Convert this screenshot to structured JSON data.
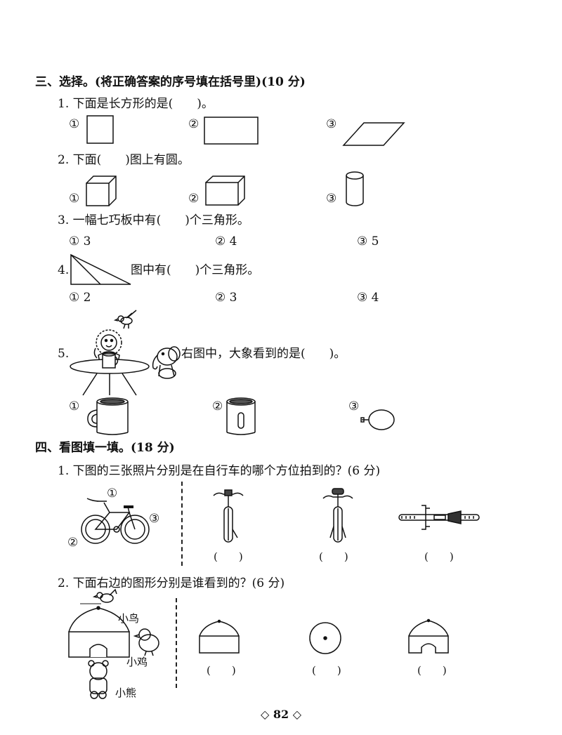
{
  "section3": {
    "title": "三、选择。(将正确答案的序号填在括号里)(10 分)",
    "questions": [
      {
        "stem": "1. 下面是长方形的是(　　)。",
        "options": [
          {
            "label": "①"
          },
          {
            "label": "②"
          },
          {
            "label": "③"
          }
        ],
        "shape_icons": [
          "square-icon",
          "rectangle-icon",
          "parallelogram-icon"
        ]
      },
      {
        "stem": "2. 下面(　　)图上有圆。",
        "options": [
          {
            "label": "①"
          },
          {
            "label": "②"
          },
          {
            "label": "③"
          }
        ],
        "shape_icons": [
          "cube-icon",
          "cuboid-icon",
          "cylinder-icon"
        ]
      },
      {
        "stem": "3. 一幅七巧板中有(　　)个三角形。",
        "options": [
          {
            "label": "① 3"
          },
          {
            "label": "② 4"
          },
          {
            "label": "③ 5"
          }
        ]
      },
      {
        "number": "4.",
        "stem": "图中有(　　)个三角形。",
        "options": [
          {
            "label": "① 2"
          },
          {
            "label": "② 3"
          },
          {
            "label": "③ 4"
          }
        ]
      },
      {
        "number": "5.",
        "stem": "右图中，大象看到的是(　　)。",
        "options": [
          {
            "label": "①"
          },
          {
            "label": "②"
          },
          {
            "label": "③"
          }
        ],
        "picture_icons": [
          "lion-icon",
          "bird-icon",
          "elephant-icon",
          "table-icon",
          "cup-icon"
        ]
      }
    ]
  },
  "section4": {
    "title": "四、看图填一填。(18 分)",
    "q1": {
      "stem": "1. 下图的三张照片分别是在自行车的哪个方位拍到的？(6 分)",
      "markers": [
        "①",
        "②",
        "③"
      ],
      "answers": [
        "(　　)",
        "(　　)",
        "(　　)"
      ]
    },
    "q2": {
      "stem": "2. 下面右边的图形分别是谁看到的？(6 分)",
      "labels": [
        "小鸟",
        "小鸡",
        "小熊"
      ],
      "answers": [
        "(　　)",
        "(　　)",
        "(　　)"
      ]
    }
  },
  "footer": {
    "page_number": "◇ 82 ◇"
  }
}
